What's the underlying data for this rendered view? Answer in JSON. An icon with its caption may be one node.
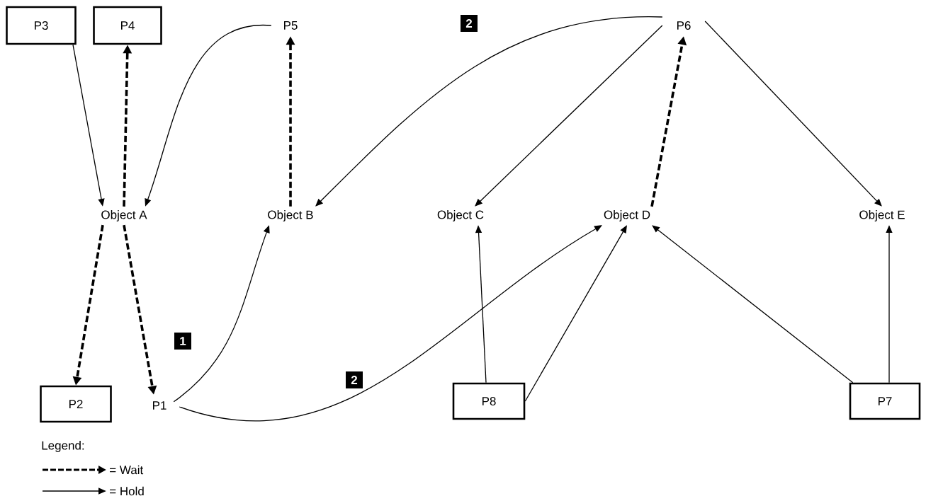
{
  "diagram": {
    "nodes": [
      {
        "text": [
          "P3"
        ]
      },
      {
        "text": [
          "P4"
        ]
      },
      {
        "text": [
          "P5"
        ]
      },
      {
        "text": [
          "P6"
        ]
      },
      {
        "text": [
          "Object A"
        ]
      },
      {
        "text": [
          "Object B"
        ]
      },
      {
        "text": [
          "Object C"
        ]
      },
      {
        "text": [
          "Object D"
        ]
      },
      {
        "text": [
          "Object E"
        ]
      },
      {
        "text": [
          "P2"
        ]
      },
      {
        "text": [
          "P1"
        ]
      },
      {
        "text": [
          "P8"
        ]
      },
      {
        "text": [
          "P7"
        ]
      }
    ],
    "edges": [
      {
        "from": 0,
        "to": 4,
        "arrow": "to"
      },
      {
        "from": 4,
        "to": 1,
        "arrow": "to",
        "style": "dashed"
      },
      {
        "from": 2,
        "to": 4,
        "arrow": "to"
      },
      {
        "from": 5,
        "to": 2,
        "arrow": "to",
        "style": "dashed"
      },
      {
        "from": 3,
        "to": 5,
        "arrow": "to",
        "label": "2"
      },
      {
        "from": 3,
        "to": 6,
        "arrow": "to"
      },
      {
        "from": 7,
        "to": 3,
        "arrow": "to",
        "style": "dashed"
      },
      {
        "from": 3,
        "to": 8,
        "arrow": "to"
      },
      {
        "from": 4,
        "to": 9,
        "arrow": "to",
        "style": "dashed"
      },
      {
        "from": 4,
        "to": 10,
        "arrow": "to",
        "style": "dashed"
      },
      {
        "from": 10,
        "to": 5,
        "arrow": "to",
        "label": "1"
      },
      {
        "from": 10,
        "to": 7,
        "arrow": "to",
        "label": "2"
      },
      {
        "from": 11,
        "to": 6,
        "arrow": "to"
      },
      {
        "from": 11,
        "to": 7,
        "arrow": "to"
      },
      {
        "from": 12,
        "to": 7,
        "arrow": "to"
      },
      {
        "from": 12,
        "to": 8,
        "arrow": "to"
      }
    ],
    "labels": [
      "Legend:"
    ],
    "legend": [
      {
        "text": "= Wait"
      },
      {
        "text": "= Hold"
      }
    ]
  }
}
